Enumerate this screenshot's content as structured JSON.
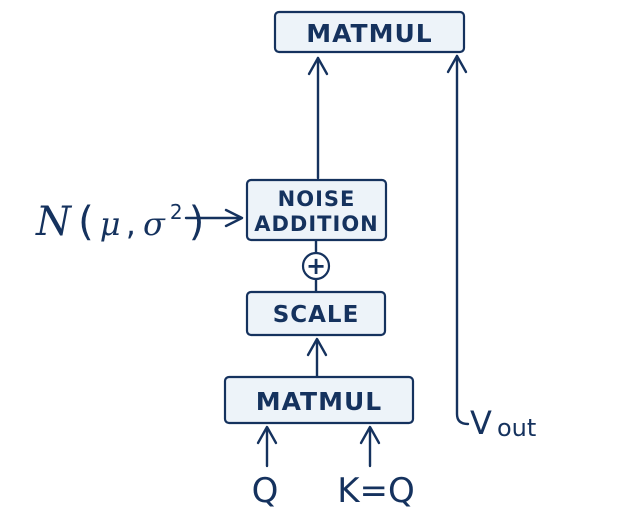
{
  "colors": {
    "ink": "#15325e",
    "box_fill": "#edf3f9",
    "background": "#ffffff"
  },
  "boxes": {
    "top_matmul": "MATMUL",
    "noise_line1": "NOISE",
    "noise_line2": "ADDITION",
    "scale": "SCALE",
    "bottom_matmul": "MATMUL"
  },
  "symbols": {
    "plus": "+"
  },
  "noise_input": {
    "distribution": "N",
    "open_paren": "(",
    "mu": "μ",
    "comma": ",",
    "sigma": "σ",
    "exponent": "2",
    "close_paren": ")"
  },
  "inputs": {
    "q": "Q",
    "k": "K=Q"
  },
  "v_label": {
    "base": "V",
    "subscript": "out"
  }
}
